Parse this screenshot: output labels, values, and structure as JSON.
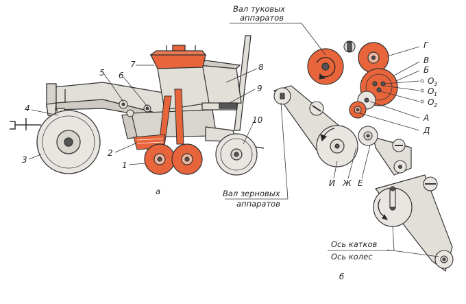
{
  "colors": {
    "accent": "#e8643a",
    "body": "#e2ded8",
    "line": "#333333",
    "dark": "#555555"
  },
  "callouts_a": {
    "c1": "1",
    "c2": "2",
    "c3": "3",
    "c4": "4",
    "c5": "5",
    "c6": "6",
    "c7": "7",
    "c8": "8",
    "c9": "9",
    "c10": "10"
  },
  "label_a": "а",
  "label_b": "б",
  "shaft_fert_line1": "Вал туковых",
  "shaft_fert_line2": "аппаратов",
  "shaft_grain_line1": "Вал зерновых",
  "shaft_grain_line2": "аппаратов",
  "axis_rollers": "Ось катков",
  "axis_wheels": "Ось колес",
  "gear_letters": {
    "G": "Г",
    "V": "В",
    "B": "Б",
    "A": "А",
    "D": "Д",
    "I": "И",
    "ZH": "Ж",
    "E": "Е"
  },
  "axis_marks": {
    "o3_base": "O",
    "o3_sub": "3",
    "o1_base": "O",
    "o1_sub": "1",
    "o2_base": "O",
    "o2_sub": "2"
  }
}
